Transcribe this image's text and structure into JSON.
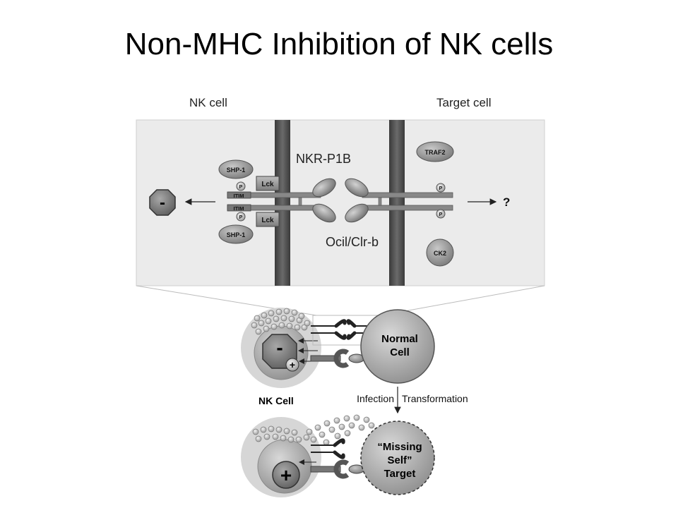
{
  "title": "Non-MHC Inhibition of NK cells",
  "top_panel": {
    "nk_cell_label": "NK cell",
    "target_cell_label": "Target cell",
    "receptor_label": "NKR-P1B",
    "ligand_label": "Ocil/Clr-b",
    "shp1_top": "SHP-1",
    "shp1_bottom": "SHP-1",
    "lck_top": "Lck",
    "lck_bottom": "Lck",
    "itim_top": "ITIM",
    "itim_bottom": "ITIM",
    "phospho": "P",
    "traf2": "TRAF2",
    "ck2": "CK2",
    "minus": "-",
    "question": "?"
  },
  "bottom_panel": {
    "normal_cell_line1": "Normal",
    "normal_cell_line2": "Cell",
    "nk_cell_label": "NK Cell",
    "infection_label": "Infection",
    "transformation_label": "Transformation",
    "missing_line1": "“Missing",
    "missing_line2": "Self”",
    "missing_line3": "Target",
    "minus": "-",
    "plus_small": "+",
    "plus_big": "+"
  }
}
